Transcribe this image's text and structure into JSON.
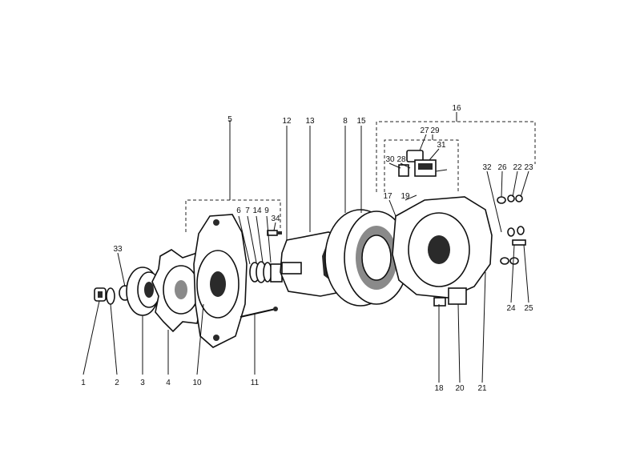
{
  "diagram": {
    "labels": {
      "p1": "1",
      "p2": "2",
      "p3": "3",
      "p4": "4",
      "p5": "5",
      "p6": "6",
      "p7": "7",
      "p8": "8",
      "p9": "9",
      "p10": "10",
      "p11": "11",
      "p12": "12",
      "p13": "13",
      "p14": "14",
      "p15": "15",
      "p16": "16",
      "p17": "17",
      "p18": "18",
      "p19": "19",
      "p20": "20",
      "p21": "21",
      "p22": "22",
      "p23": "23",
      "p24": "24",
      "p25": "25",
      "p26": "26",
      "p27": "27",
      "p28": "28",
      "p29": "29",
      "p30": "30",
      "p31": "31",
      "p32": "32",
      "p33": "33",
      "p34": "34"
    }
  }
}
